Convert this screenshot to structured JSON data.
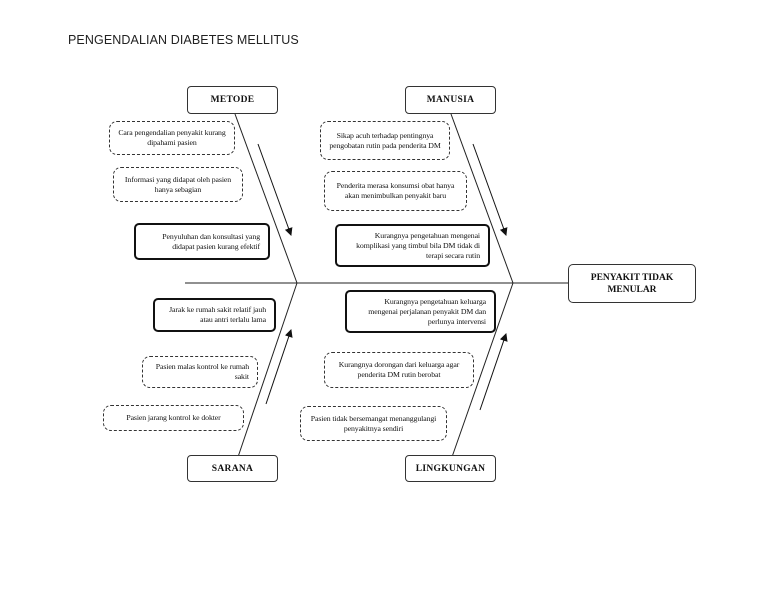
{
  "title": "PENGENDALIAN DIABETES MELLITUS",
  "effect": "PENYAKIT TIDAK MENULAR",
  "categories": {
    "metode": "METODE",
    "manusia": "MANUSIA",
    "sarana": "SARANA",
    "lingkungan": "LINGKUNGAN"
  },
  "causes": {
    "metode": [
      "Cara pengendalian penyakit kurang dipahami pasien",
      "Informasi yang didapat oleh pasien hanya sebagian",
      "Penyuluhan dan konsultasi yang didapat pasien kurang efektif"
    ],
    "manusia": [
      "Sikap acuh terhadap pentingnya pengobatan rutin pada penderita DM",
      "Penderita merasa konsumsi obat hanya akan menimbulkan penyakit baru",
      "Kurangnya pengetahuan mengenai komplikasi yang timbul bila DM tidak di terapi secara rutin"
    ],
    "sarana": [
      "Jarak ke rumah sakit relatif jauh atau antri terlalu lama",
      "Pasien malas kontrol ke rumah sakit",
      "Pasien jarang kontrol ke dokter"
    ],
    "lingkungan": [
      "Kurangnya pengetahuan keluarga mengenai perjalanan penyakit DM dan perlunya intervensi",
      "Kurangnya dorongan dari keluarga agar penderita DM rutin berobat",
      "Pasien tidak bersemangat menanggulangi penyakitnya sendiri"
    ]
  }
}
